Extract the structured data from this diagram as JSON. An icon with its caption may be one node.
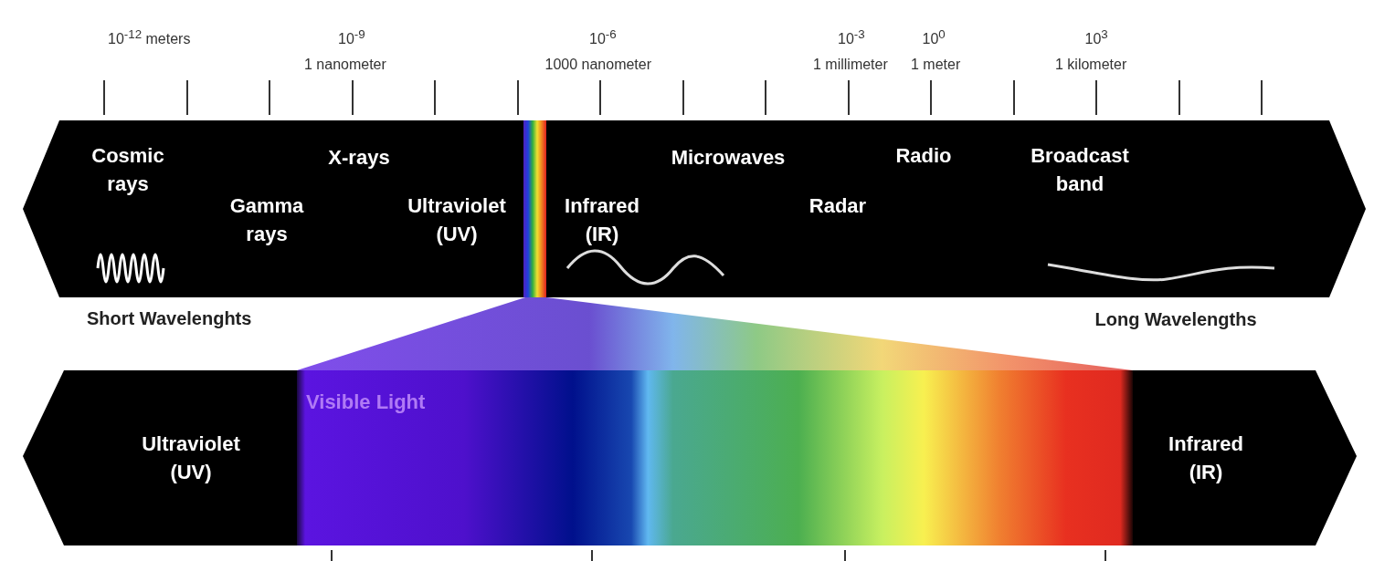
{
  "diagram": {
    "nodes": [
      {
        "text": [
          "Cosmic rays",
          "X-rays",
          "Microwaves",
          "Radio",
          "Broadcast band",
          "Gamma rays",
          "Ultraviolet (UV)",
          "Infrared (IR)",
          "Radar"
        ]
      },
      {
        "text": [
          "Ultraviolet (UV)",
          "Infrared (IR)"
        ]
      },
      {
        "text": [
          "Visible Light"
        ],
        "in": 1
      },
      {
        "text": [],
        "shape": "triangle"
      }
    ],
    "edges": [],
    "labels": [
      "10$^{-12}$ meters",
      "10$^{-9}$",
      "10$^{-6}$",
      "10$^{-3}$",
      "10$^{0}$",
      "10$^{3}$",
      "1 nanometer",
      "1000 nanometer",
      "1 millimeter",
      "1 meter",
      "1 kilometer",
      "Short Wavelenghts",
      "Long Wavelengths"
    ]
  }
}
